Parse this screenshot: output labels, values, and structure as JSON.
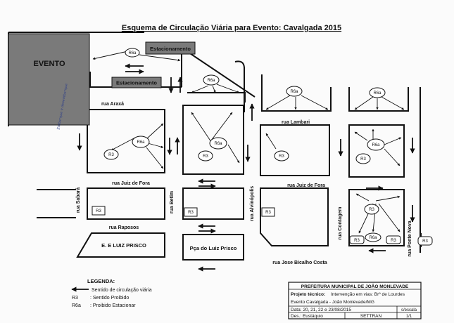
{
  "title": "Esquema de Circulação Viária para Evento: Cavalgada 2015",
  "places": {
    "evento": "EVENTO",
    "estacionamento_1": "Estacionamento",
    "estacionamento_2": "Estacionamento",
    "escola": "E. E LUIZ PRISCO",
    "praca": "Pça do Luiz Prisco"
  },
  "streets": {
    "araxa": "rua Araxá",
    "lambari": "rua Lambari",
    "juiz_de_fora_1": "rua Juiz de Fora",
    "juiz_de_fora_2": "rua Juiz de Fora",
    "raposos": "rua Raposos",
    "jose_bicalho": "rua Jose Bicalho Costa",
    "sabara": "rua Sabará",
    "betim": "rua  Betim",
    "alvinopolis": "rua Alvinópolis",
    "contagem": "rua Contagem",
    "ponte_nova": "rua Ponte Nova"
  },
  "signs": {
    "r3": "R3",
    "r6a": "R6a"
  },
  "handwritten_note": "Embarque e desembarque",
  "legend": {
    "title": "LEGENDA:",
    "items": [
      {
        "code": "",
        "text": "Sentido de circulação viária"
      },
      {
        "code": "R3",
        "text": ": Sentido Proibido"
      },
      {
        "code": "R6a",
        "text": ": Proibido Estacionar"
      }
    ]
  },
  "info_box": {
    "org": "PREFEITURA MUNICIPAL DE JOÃO MONLEVADE",
    "project_label": "Projeto técnico:",
    "project_text": "Intervenção em vias: Brº de Lourdes",
    "event_line": "Evento Cavalgada  -  João Monlevade/MG",
    "date": "Data: 20, 21, 22 e 23/08/2015",
    "scale_label": "s/escala",
    "designer": "Des.: Eustáquio",
    "dept": "SETTRAN",
    "sheet": "1/1"
  },
  "colors": {
    "block_fill": "#7a7a7a",
    "ink": "#111111",
    "paper": "#fbfbfb"
  }
}
